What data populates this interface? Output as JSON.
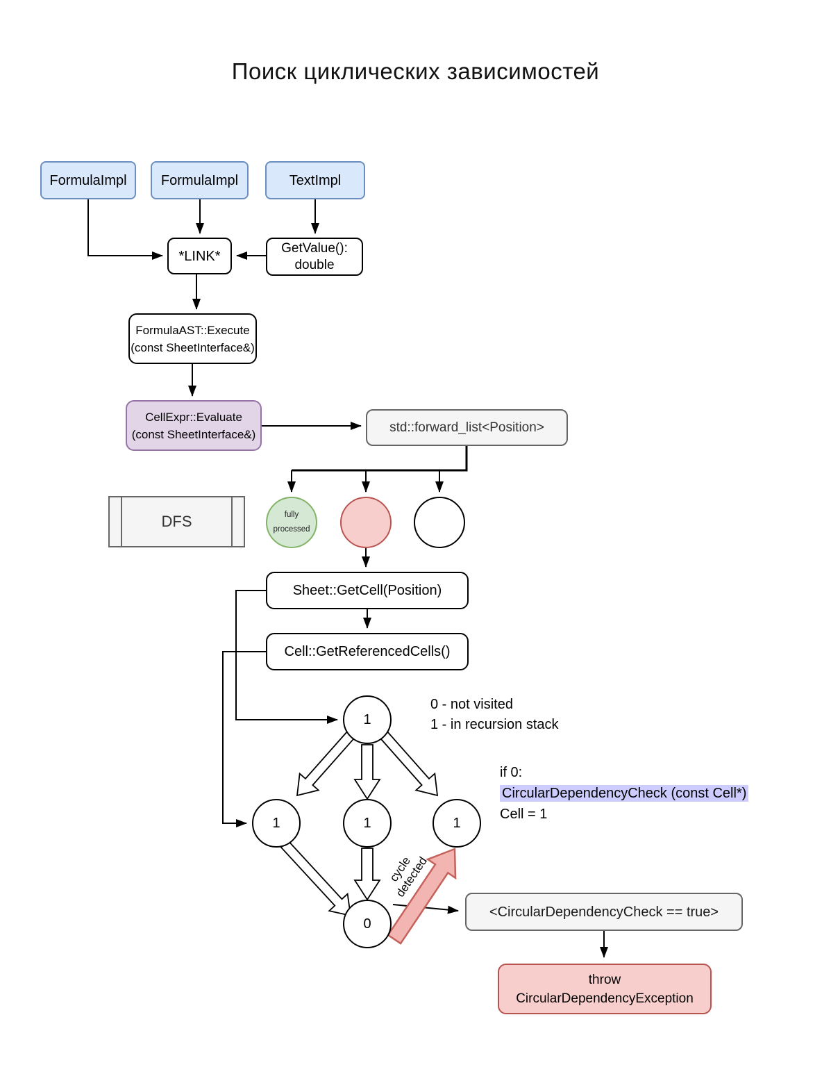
{
  "title": "Поиск циклических зависимостей",
  "colors": {
    "box_blue_fill": "#dae8fc",
    "box_blue_border": "#6c8ebf",
    "box_purple_fill": "#e1d5e7",
    "box_purple_border": "#9673a6",
    "box_gray_fill": "#f5f5f5",
    "box_gray_border": "#666666",
    "box_red_fill": "#f8cecc",
    "box_red_border": "#b85450",
    "circle_green_fill": "#d5e8d4",
    "circle_green_border": "#82b366",
    "highlight": "#ccccff",
    "cycle_arrow_fill": "#f2b5b1",
    "cycle_arrow_border": "#c4625c"
  },
  "nodes": {
    "formula_impl_1": {
      "label": "FormulaImpl"
    },
    "formula_impl_2": {
      "label": "FormulaImpl"
    },
    "text_impl": {
      "label": "TextImpl"
    },
    "link": {
      "label": "*LINK*"
    },
    "get_value": {
      "line1": "GetValue():",
      "line2": "double"
    },
    "formula_ast": {
      "line1": "FormulaAST::Execute",
      "line2": "(const SheetInterface&)"
    },
    "cell_expr": {
      "line1": "CellExpr::Evaluate",
      "line2": "(const SheetInterface&)"
    },
    "forward_list": {
      "label": "std::forward_list<Position>"
    },
    "dfs": {
      "label": "DFS"
    },
    "state_fully_processed": {
      "line1": "fully",
      "line2": "processed"
    },
    "sheet_get_cell": {
      "label": "Sheet::GetCell(Position)"
    },
    "cell_get_referenced": {
      "label": "Cell::GetReferencedCells()"
    },
    "node_top": {
      "label": "1"
    },
    "node_left": {
      "label": "1"
    },
    "node_mid": {
      "label": "1"
    },
    "node_right": {
      "label": "1"
    },
    "node_zero": {
      "label": "0"
    },
    "cdc_true": {
      "label": "<CircularDependencyCheck == true>"
    },
    "throw_exception": {
      "line1": "throw",
      "line2": "CircularDependencyException"
    }
  },
  "legend": {
    "line1": "0 - not visited",
    "line2": "1 - in recursion stack"
  },
  "annotation": {
    "line1": "if 0:",
    "line2": "CircularDependencyCheck (const Cell*)",
    "line3": "Cell = 1"
  },
  "cycle_label": {
    "line1": "cycle",
    "line2": "detected"
  }
}
